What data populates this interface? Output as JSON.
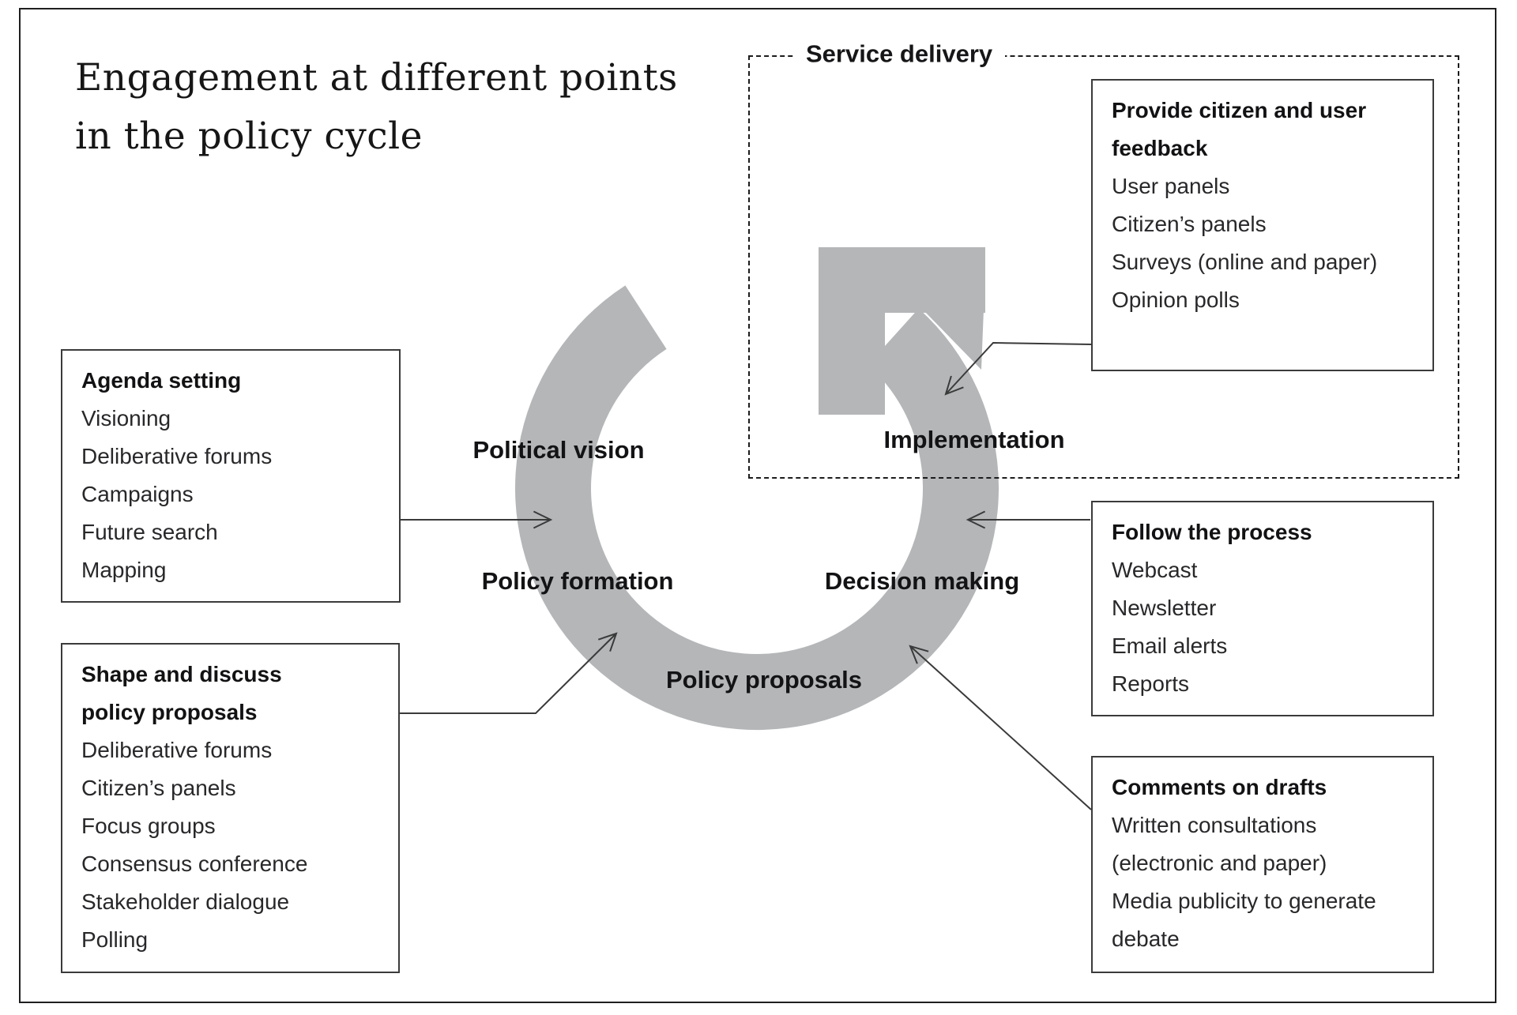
{
  "title": {
    "line1": "Engagement at different points",
    "line2": "in the policy cycle"
  },
  "service_region": {
    "label": "Service delivery"
  },
  "cycle": {
    "color": "#b4b6b8",
    "stages": {
      "political_vision": "Political vision",
      "policy_formation": "Policy formation",
      "policy_proposals": "Policy proposals",
      "decision_making": "Decision making",
      "implementation": "Implementation"
    }
  },
  "boxes": {
    "agenda": {
      "title": "Agenda setting",
      "items": [
        "Visioning",
        "Deliberative forums",
        "Campaigns",
        "Future search",
        "Mapping"
      ]
    },
    "shape": {
      "title": "Shape and discuss policy proposals",
      "items": [
        "Deliberative forums",
        "Citizen’s panels",
        "Focus groups",
        "Consensus conference",
        "Stakeholder dialogue",
        "Polling"
      ]
    },
    "provide": {
      "title": "Provide citizen and user feedback",
      "items": [
        "User panels",
        "Citizen’s panels",
        "Surveys (online and paper)",
        "Opinion polls"
      ]
    },
    "follow": {
      "title": "Follow the process",
      "items": [
        "Webcast",
        "Newsletter",
        "Email alerts",
        "Reports"
      ]
    },
    "comments": {
      "title": "Comments on drafts",
      "items": [
        "Written consultations (electronic and paper)",
        "Media publicity to generate debate"
      ]
    }
  }
}
